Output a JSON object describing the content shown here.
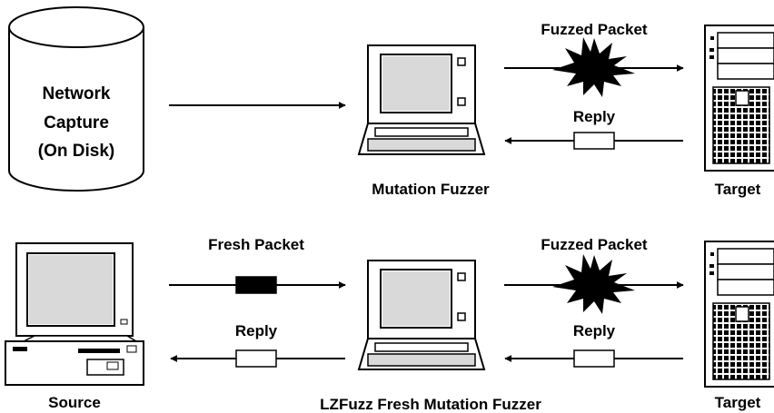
{
  "diagram": {
    "top": {
      "disk_line1": "Network",
      "disk_line2": "Capture",
      "disk_line3": "(On Disk)",
      "fuzzer_label": "Mutation Fuzzer",
      "fuzzed_packet_label": "Fuzzed Packet",
      "reply_label": "Reply",
      "target_label": "Target"
    },
    "bottom": {
      "source_label": "Source",
      "fresh_packet_label": "Fresh Packet",
      "reply_left_label": "Reply",
      "fuzzer_label": "LZFuzz Fresh Mutation Fuzzer",
      "fuzzed_packet_label": "Fuzzed Packet",
      "reply_right_label": "Reply",
      "target_label": "Target"
    }
  }
}
